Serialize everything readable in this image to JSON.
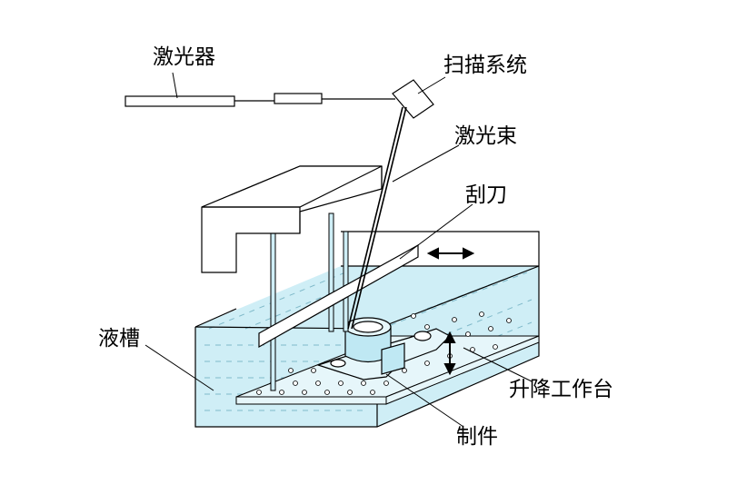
{
  "labels": {
    "laser": "激光器",
    "scanner": "扫描系统",
    "beam": "激光束",
    "scraper": "刮刀",
    "vat": "液槽",
    "platform": "升降工作台",
    "part": "制件"
  },
  "colors": {
    "liquid": "#cfeef6",
    "liquid_dash": "#7fb9c9",
    "outline": "#000000",
    "hole": "#ffffff"
  }
}
